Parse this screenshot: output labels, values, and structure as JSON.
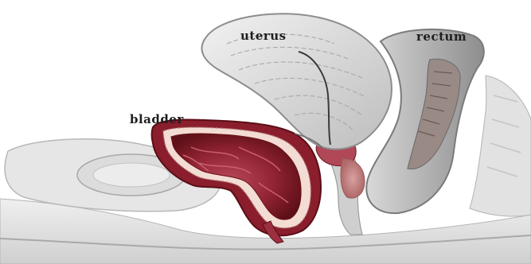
{
  "labels": {
    "uterus": "uterus",
    "rectum": "rectum",
    "bladder": "bladder"
  },
  "colors": {
    "background": "#ffffff",
    "tissue": "#e4e4e4",
    "tissue_dark": "#9a9a9a",
    "muscle": "#8c2030",
    "muscle_light": "#c0505c",
    "cavity": "#6e1420"
  }
}
